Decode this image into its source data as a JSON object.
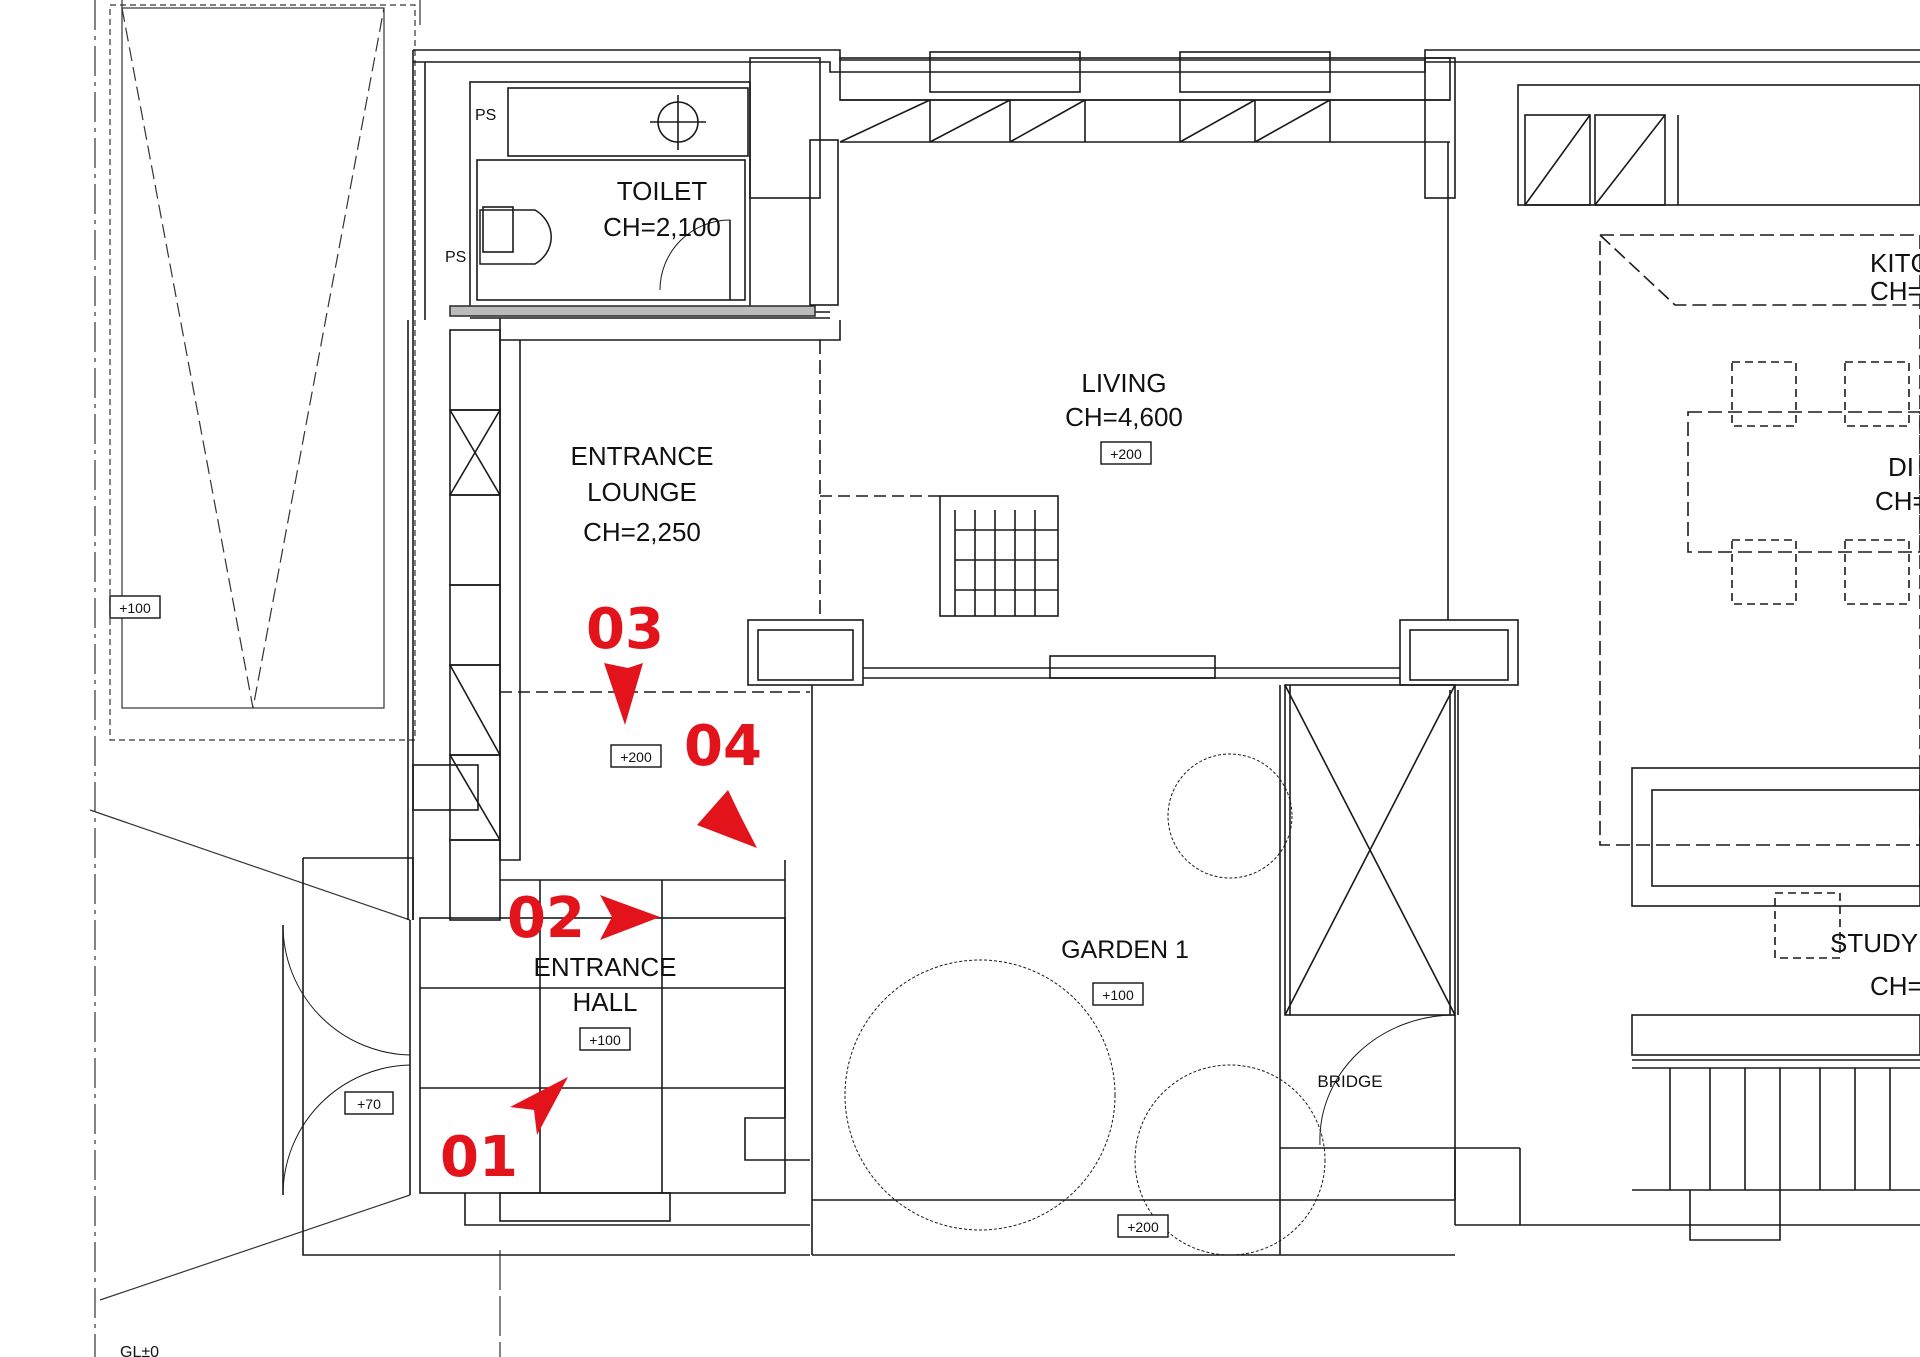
{
  "rooms": {
    "toilet": {
      "name": "TOILET",
      "ch": "CH=2,100"
    },
    "living": {
      "name": "LIVING",
      "ch": "CH=4,600",
      "level": "+200"
    },
    "lounge": {
      "name1": "ENTRANCE",
      "name2": "LOUNGE",
      "ch": "CH=2,250",
      "level": "+200"
    },
    "hall": {
      "name1": "ENTRANCE",
      "name2": "HALL",
      "level": "+100"
    },
    "garden": {
      "name": "GARDEN 1",
      "level": "+100"
    },
    "bridge": {
      "name": "BRIDGE"
    },
    "kitchen": {
      "name": "KITC",
      "ch": "CH="
    },
    "dining": {
      "name": "DI",
      "ch": "CH="
    },
    "study": {
      "name": "STUDY",
      "ch": "CH="
    }
  },
  "labels": {
    "ps_top": "PS",
    "ps_bottom": "PS",
    "level_left": "+100",
    "level_porch": "+70",
    "level_garden_bottom": "+200",
    "gl": "GL±0"
  },
  "viewpoints": [
    {
      "number": "01"
    },
    {
      "number": "02"
    },
    {
      "number": "03"
    },
    {
      "number": "04"
    }
  ],
  "colors": {
    "marker": "#e3131b",
    "line": "#1a1a1a"
  }
}
